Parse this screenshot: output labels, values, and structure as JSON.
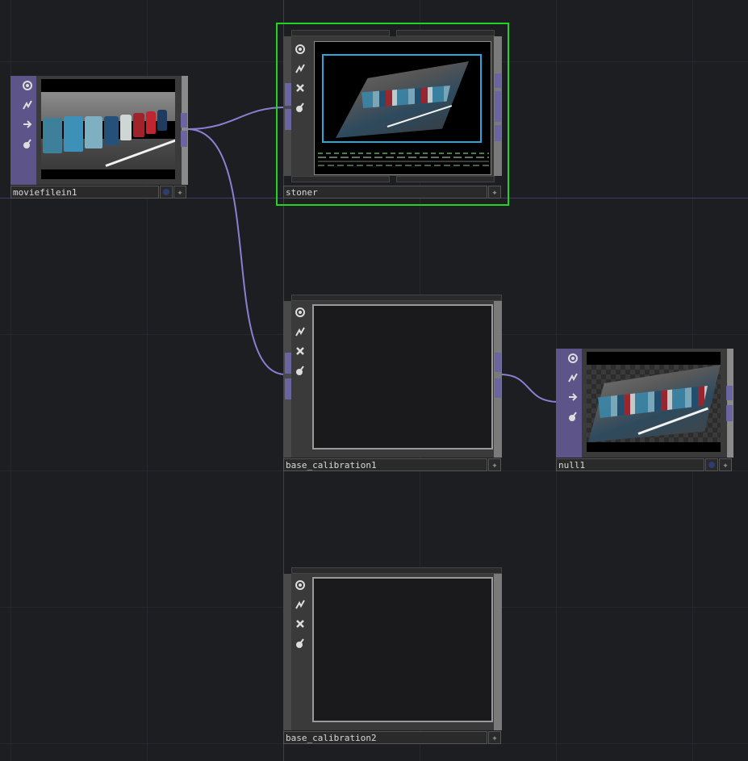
{
  "nodes": {
    "moviefilein1": {
      "name": "moviefilein1"
    },
    "stoner": {
      "name": "stoner"
    },
    "base_calibration1": {
      "name": "base_calibration1"
    },
    "base_calibration2": {
      "name": "base_calibration2"
    },
    "null1": {
      "name": "null1"
    }
  },
  "icons": [
    "viewer-toggle-icon",
    "bypass-icon",
    "close-icon",
    "lock-icon"
  ],
  "colors": {
    "selection": "#21d421",
    "wire": "#8a7fd0",
    "active_node_strip": "#5d5489",
    "background": "#1d1e22"
  }
}
